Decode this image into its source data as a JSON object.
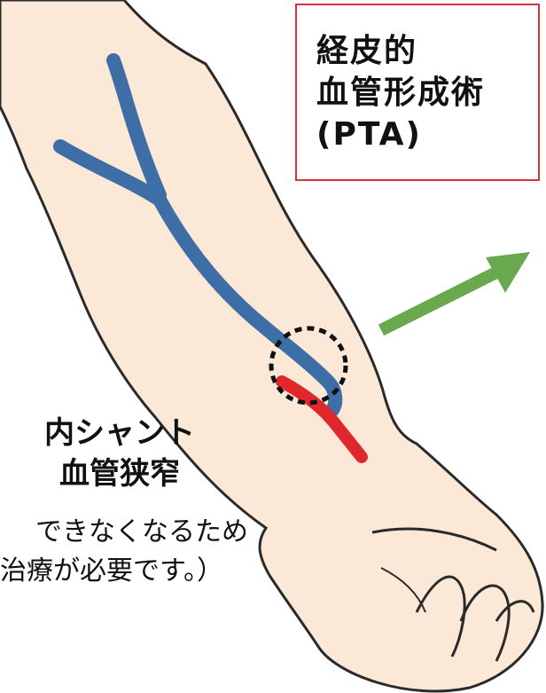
{
  "procedure": {
    "title": "経皮的\n血管形成術\n(PTA)"
  },
  "stenosis": {
    "line1": "内シャント",
    "line2": "血管狭窄"
  },
  "note": {
    "line1": "できなくなるため",
    "line2": "治療が必要です。）"
  },
  "colors": {
    "box_border": "#d8333a",
    "skin": "#fbe8d6",
    "vein": "#3d6fa6",
    "artery": "#e0282c",
    "arrow": "#6aa84f"
  },
  "icons": [
    "forearm-illustration",
    "stenosis-circle-icon",
    "arrow-right-icon"
  ]
}
